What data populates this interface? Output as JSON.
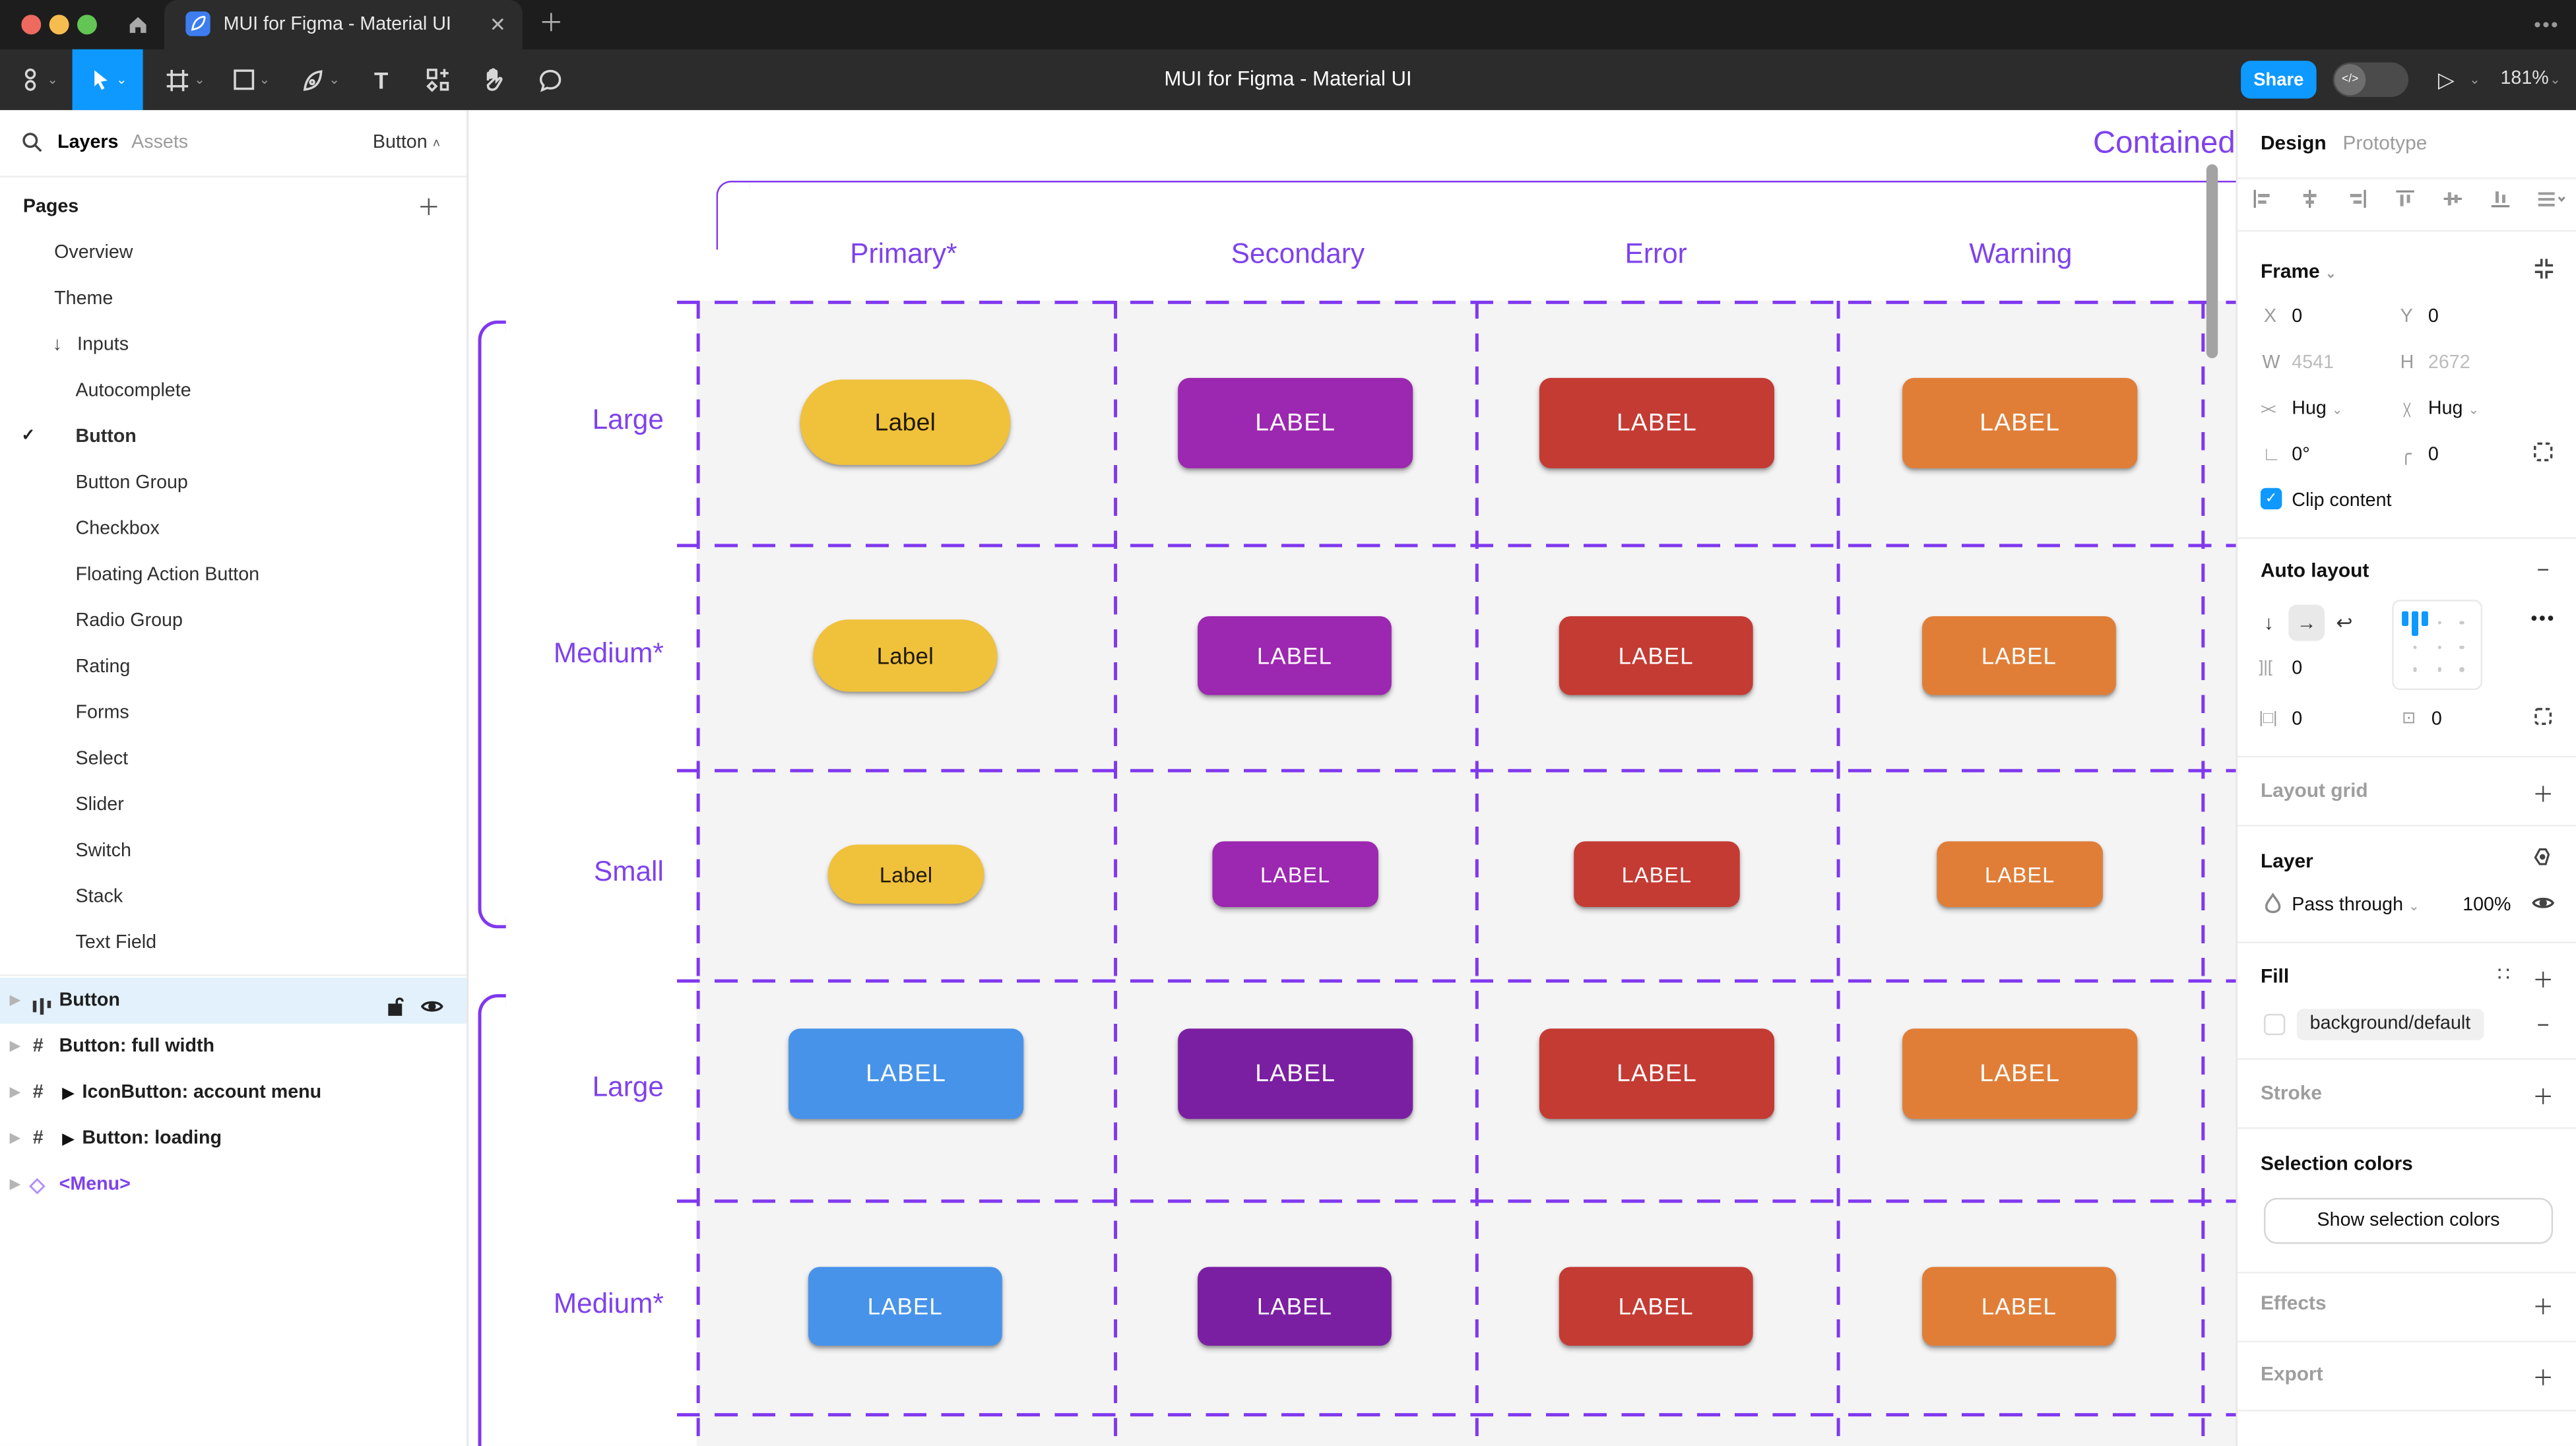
{
  "palette": {
    "accent": "#0d99ff",
    "annot": "#8038ee",
    "annot-text": "#7e42ec",
    "btn-yellow": "#f0c13b",
    "btn-secondary": "#9c27b0",
    "btn-error": "#c43b33",
    "btn-warning": "#e07e38",
    "btn-blue": "#4793ea",
    "btn-purple-dark": "#7b1fa2",
    "selected-row": "#e2f1fc"
  },
  "titlebar": {
    "tab_title": "MUI for Figma - Material UI"
  },
  "toolbar": {
    "title": "MUI for Figma - Material UI",
    "share_label": "Share",
    "dev_toggle_glyph": "</>",
    "zoom_level": "181%"
  },
  "sidebar": {
    "layers_tab": "Layers",
    "assets_tab": "Assets",
    "component_selector": "Button",
    "pages_header": "Pages",
    "pages": [
      {
        "label": "Overview"
      },
      {
        "label": "Theme"
      },
      {
        "label": "Inputs"
      },
      {
        "label": "Autocomplete"
      },
      {
        "label": "Button"
      },
      {
        "label": "Button Group"
      },
      {
        "label": "Checkbox"
      },
      {
        "label": "Floating Action Button"
      },
      {
        "label": "Radio Group"
      },
      {
        "label": "Rating"
      },
      {
        "label": "Forms"
      },
      {
        "label": "Select"
      },
      {
        "label": "Slider"
      },
      {
        "label": "Switch"
      },
      {
        "label": "Stack"
      },
      {
        "label": "Text Field"
      }
    ],
    "layers": [
      {
        "label": "Button"
      },
      {
        "label": "Button: full width"
      },
      {
        "label": "IconButton: account menu"
      },
      {
        "label": "Button: loading"
      },
      {
        "label": "<Menu>"
      }
    ]
  },
  "canvas": {
    "frame_label": "Contained",
    "columns": [
      "Primary*",
      "Secondary",
      "Error",
      "Warning"
    ],
    "rows": [
      {
        "label": "Large",
        "cells": [
          "Label",
          "LABEL",
          "LABEL",
          "LABEL"
        ]
      },
      {
        "label": "Medium*",
        "cells": [
          "Label",
          "LABEL",
          "LABEL",
          "LABEL"
        ]
      },
      {
        "label": "Small",
        "cells": [
          "Label",
          "LABEL",
          "LABEL",
          "LABEL"
        ]
      },
      {
        "label": "Large",
        "cells": [
          "LABEL",
          "LABEL",
          "LABEL",
          "LABEL"
        ]
      },
      {
        "label": "Medium*",
        "cells": [
          "LABEL",
          "LABEL",
          "LABEL",
          "LABEL"
        ]
      }
    ]
  },
  "inspector": {
    "design_tab": "Design",
    "prototype_tab": "Prototype",
    "frame": {
      "title": "Frame",
      "x_label": "X",
      "x_value": "0",
      "y_label": "Y",
      "y_value": "0",
      "w_label": "W",
      "w_value": "4541",
      "h_label": "H",
      "h_value": "2672",
      "h_sizing": "Hug",
      "v_sizing": "Hug",
      "rotation": "0°",
      "corner_radius": "0",
      "clip_label": "Clip content"
    },
    "auto_layout": {
      "title": "Auto layout",
      "gap": "0",
      "padding_h": "0",
      "padding_v": "0",
      "more": "•••"
    },
    "layout_grid_title": "Layout grid",
    "layer": {
      "title": "Layer",
      "blend_mode": "Pass through",
      "opacity": "100%"
    },
    "fill": {
      "title": "Fill",
      "style_name": "background/default"
    },
    "stroke_title": "Stroke",
    "selection_colors": {
      "title": "Selection colors",
      "button_label": "Show selection colors"
    },
    "effects_title": "Effects",
    "export_title": "Export"
  }
}
